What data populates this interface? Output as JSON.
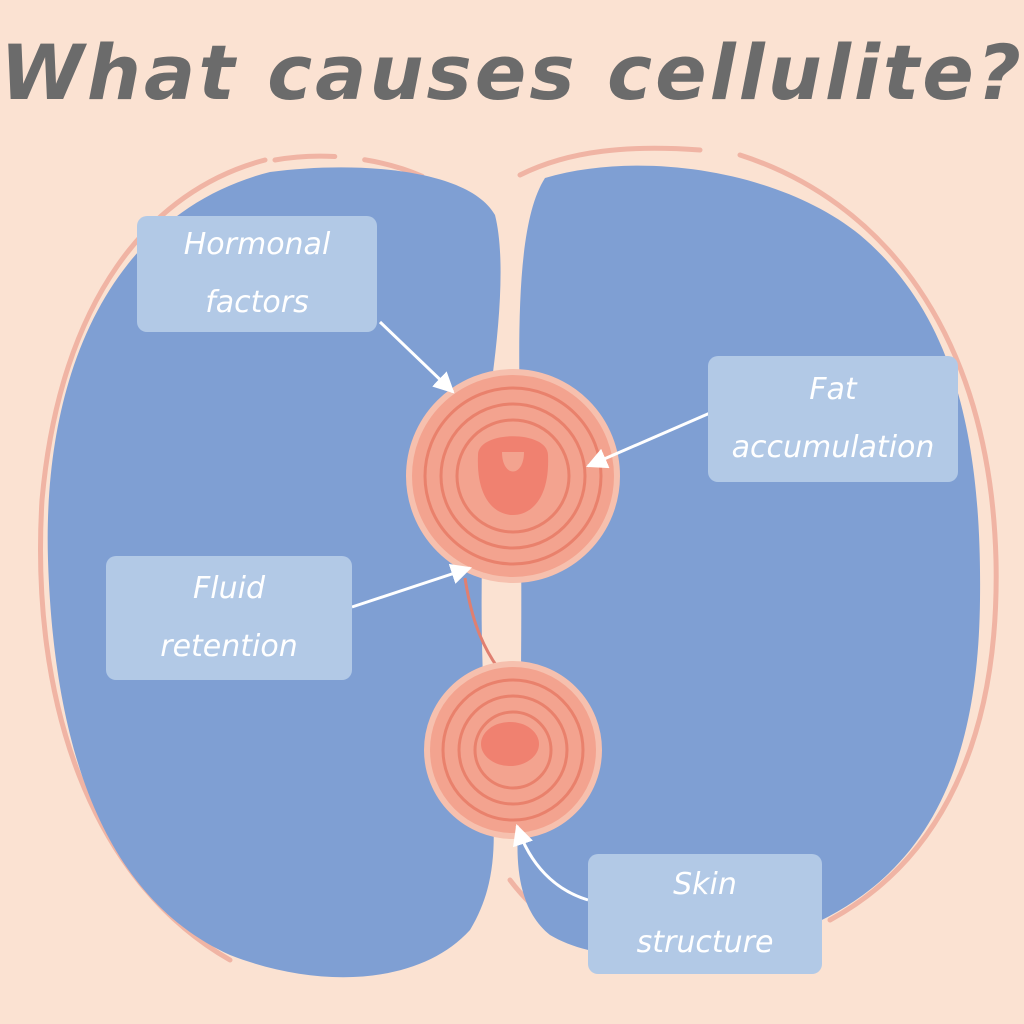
{
  "title": "What causes cellulite?",
  "labels": {
    "hormonal": [
      "Hormonal",
      "factors"
    ],
    "fat": [
      "Fat",
      "accumulation"
    ],
    "fluid": [
      "Fluid",
      "retention"
    ],
    "skin": [
      "Skin",
      "structure"
    ]
  },
  "colors": {
    "background": "#fbe2d2",
    "lobe": "#7f9fd3",
    "outline": "#f0b4a4",
    "label_box": "#b2c9e6",
    "label_text": "#ffffff",
    "cell_outer": "#f3a38f",
    "cell_ring": "#e9816c",
    "cell_core": "#f08170",
    "title": "#6b6b6b",
    "arrow": "#ffffff"
  }
}
